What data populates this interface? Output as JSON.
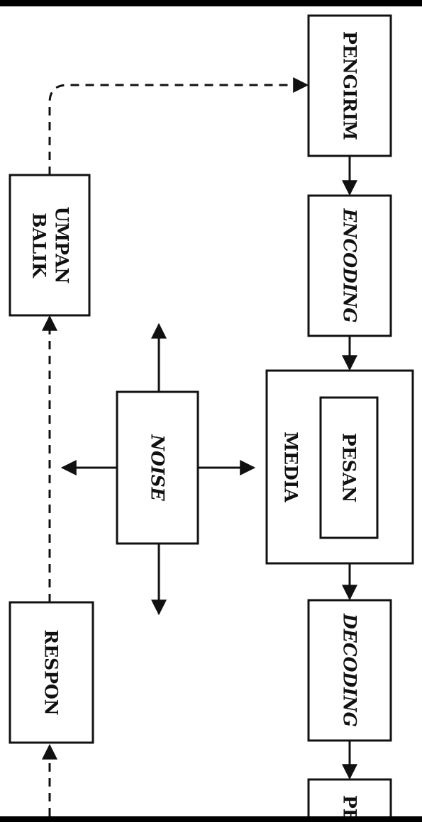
{
  "diagram": {
    "nodes": {
      "pengirim": "PENGIRIM",
      "encoding": "ENCODING",
      "media": "MEDIA",
      "pesan": "PESAN",
      "decoding": "DECODING",
      "penerima_partial": "PE",
      "noise": "NOISE",
      "umpan_balik_line1": "UMPAN",
      "umpan_balik_line2": "BALIK",
      "respon": "RESPON"
    }
  }
}
